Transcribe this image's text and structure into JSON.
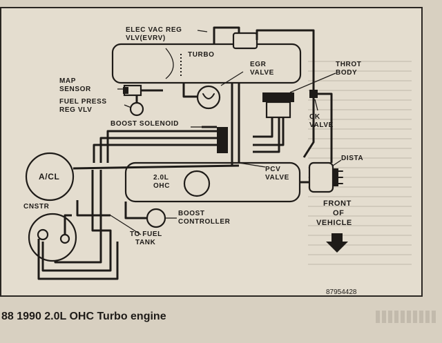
{
  "diagram": {
    "labels": {
      "elec_vac_reg": "ELEC VAC REG",
      "vlv_evrv": "VLV(EVRV)",
      "turbo": "TURBO",
      "egr_valve_1": "EGR",
      "egr_valve_2": "VALVE",
      "throt_body_1": "THROT",
      "throt_body_2": "BODY",
      "map_sensor_1": "MAP",
      "map_sensor_2": "SENSOR",
      "fuel_press_1": "FUEL PRESS",
      "fuel_press_2": "REG VLV",
      "boost_solenoid": "BOOST SOLENOID",
      "ck_valve_1": "CK",
      "ck_valve_2": "VALVE",
      "acl": "A/CL",
      "engine_1": "2.0L",
      "engine_2": "OHC",
      "pcv_valve_1": "PCV",
      "pcv_valve_2": "VALVE",
      "dista": "DISTA",
      "cnstr": "CNSTR",
      "boost_controller_1": "BOOST",
      "boost_controller_2": "CONTROLLER",
      "to_fuel_tank_1": "TO FUEL",
      "to_fuel_tank_2": "TANK",
      "front_1": "FRONT",
      "front_2": "OF",
      "front_3": "VEHICLE",
      "figure_id": "87954428"
    }
  },
  "caption": "88 1990 2.0L OHC Turbo engine"
}
